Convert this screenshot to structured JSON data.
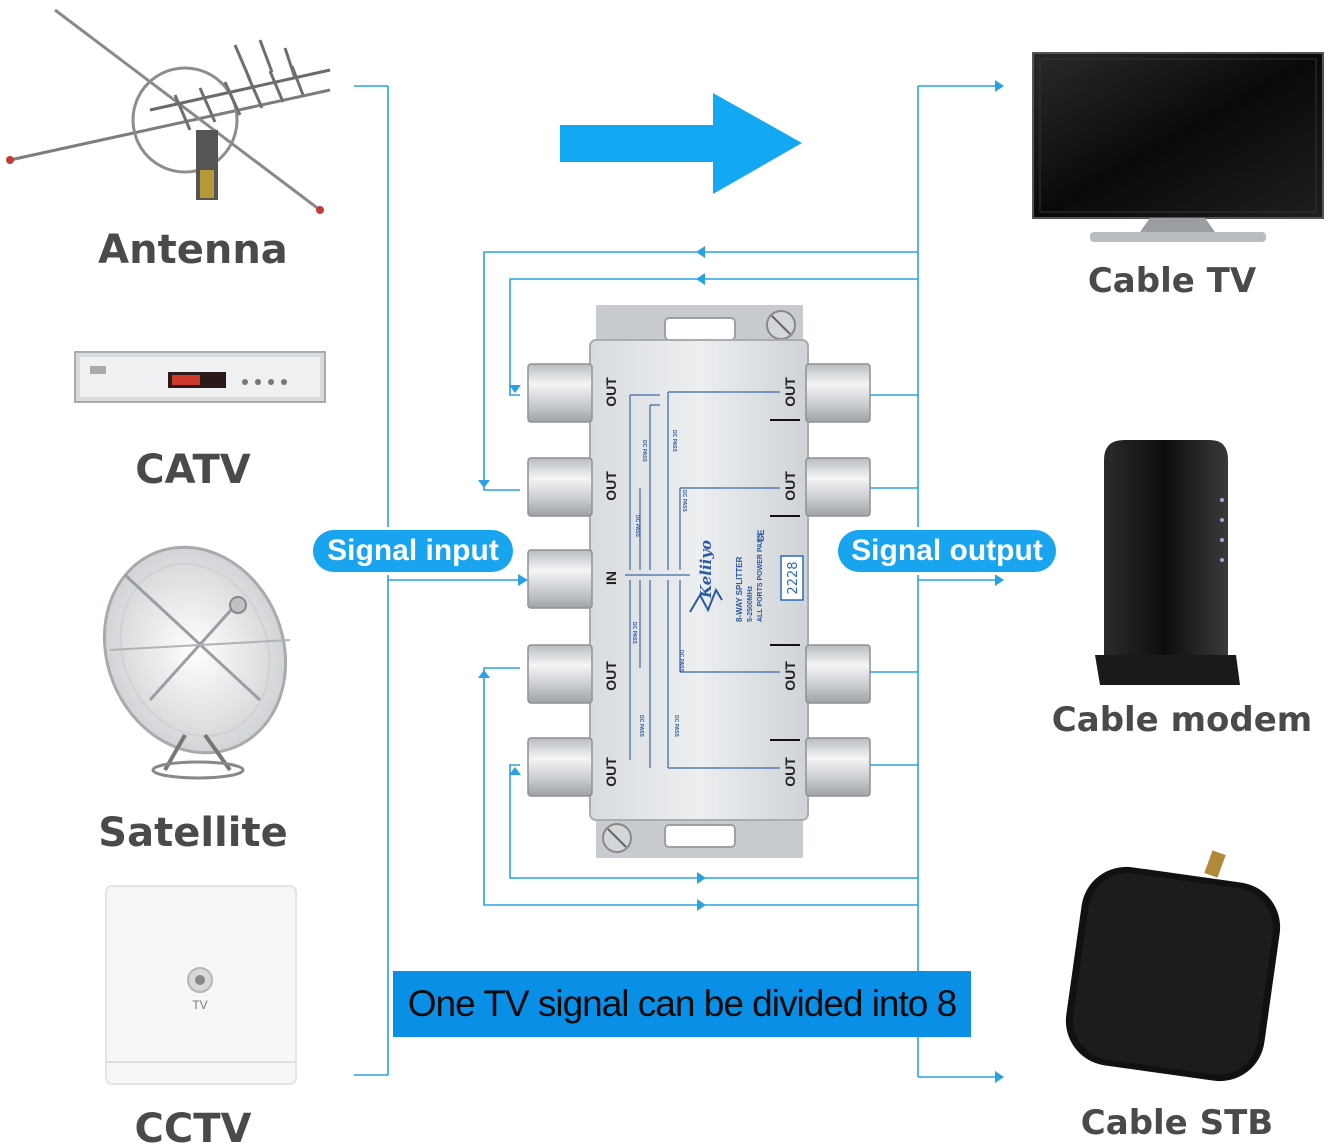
{
  "inputs": {
    "antenna": "Antenna",
    "catv": "CATV",
    "satellite": "Satellite",
    "cctv": "CCTV",
    "wall_plate": "TV"
  },
  "outputs": {
    "cable_tv": "Cable TV",
    "cable_modem": "Cable modem",
    "cable_stb": "Cable STB"
  },
  "pills": {
    "signal_input": "Signal input",
    "signal_output": "Signal output"
  },
  "banner": "One TV signal can be divided into 8",
  "splitter": {
    "brand": "Keliiyo",
    "model": "2228",
    "port_out": "OUT",
    "port_in": "IN",
    "spec_lines": [
      "8-WAY SPLITTER",
      "5-2500MHz",
      "ALL PORTS POWER PASS"
    ],
    "dc_pass": "DC PASS",
    "ce_mark": "CE"
  },
  "colors": {
    "line": "#2aa2e2",
    "arrow": "#15a8f2",
    "pill": "#18a4ee",
    "banner": "#0a8fe6",
    "label": "#4a4a4a"
  }
}
